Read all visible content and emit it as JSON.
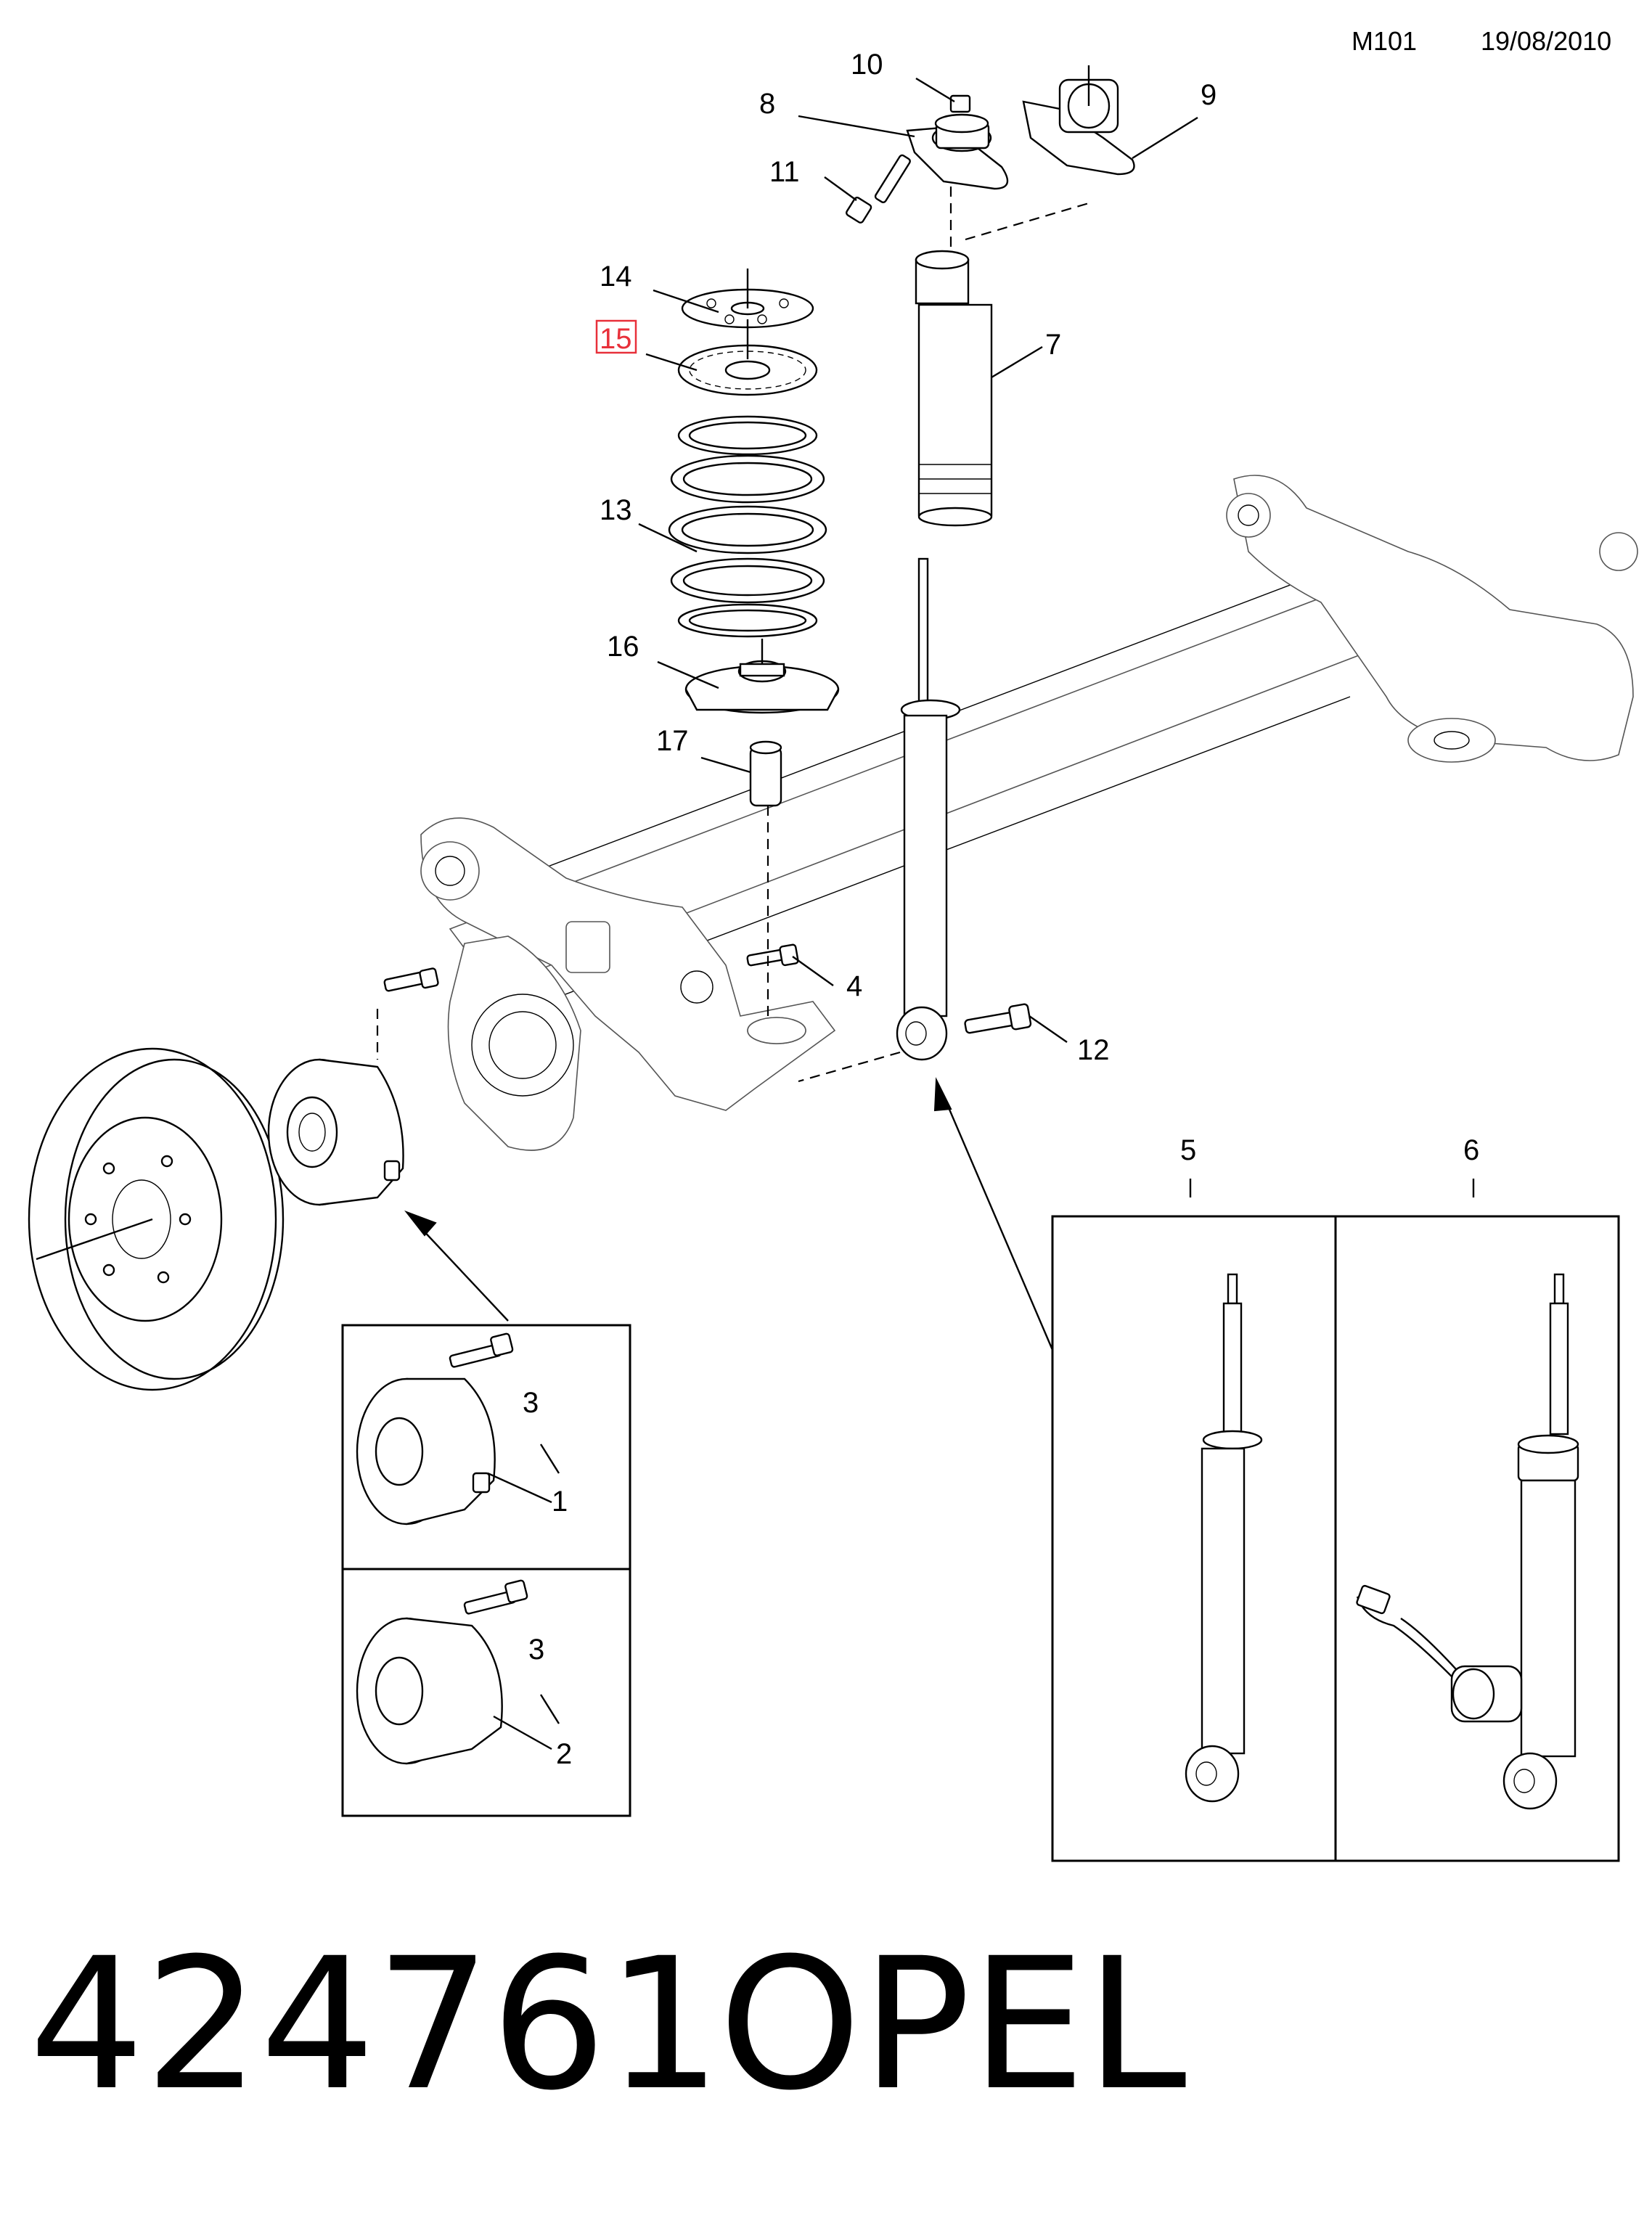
{
  "header": {
    "code": "M101",
    "date": "19/08/2010"
  },
  "callouts": {
    "c1": "1",
    "c2": "2",
    "c3a": "3",
    "c3b": "3",
    "c4": "4",
    "c5": "5",
    "c6": "6",
    "c7": "7",
    "c8": "8",
    "c9": "9",
    "c10": "10",
    "c11": "11",
    "c12": "12",
    "c13": "13",
    "c14": "14",
    "c15": "15",
    "c16": "16",
    "c17": "17"
  },
  "highlighted_callout": "15",
  "highlight_color": "#e8303a",
  "footer": {
    "part_number": "424761",
    "brand": "OPEL"
  }
}
